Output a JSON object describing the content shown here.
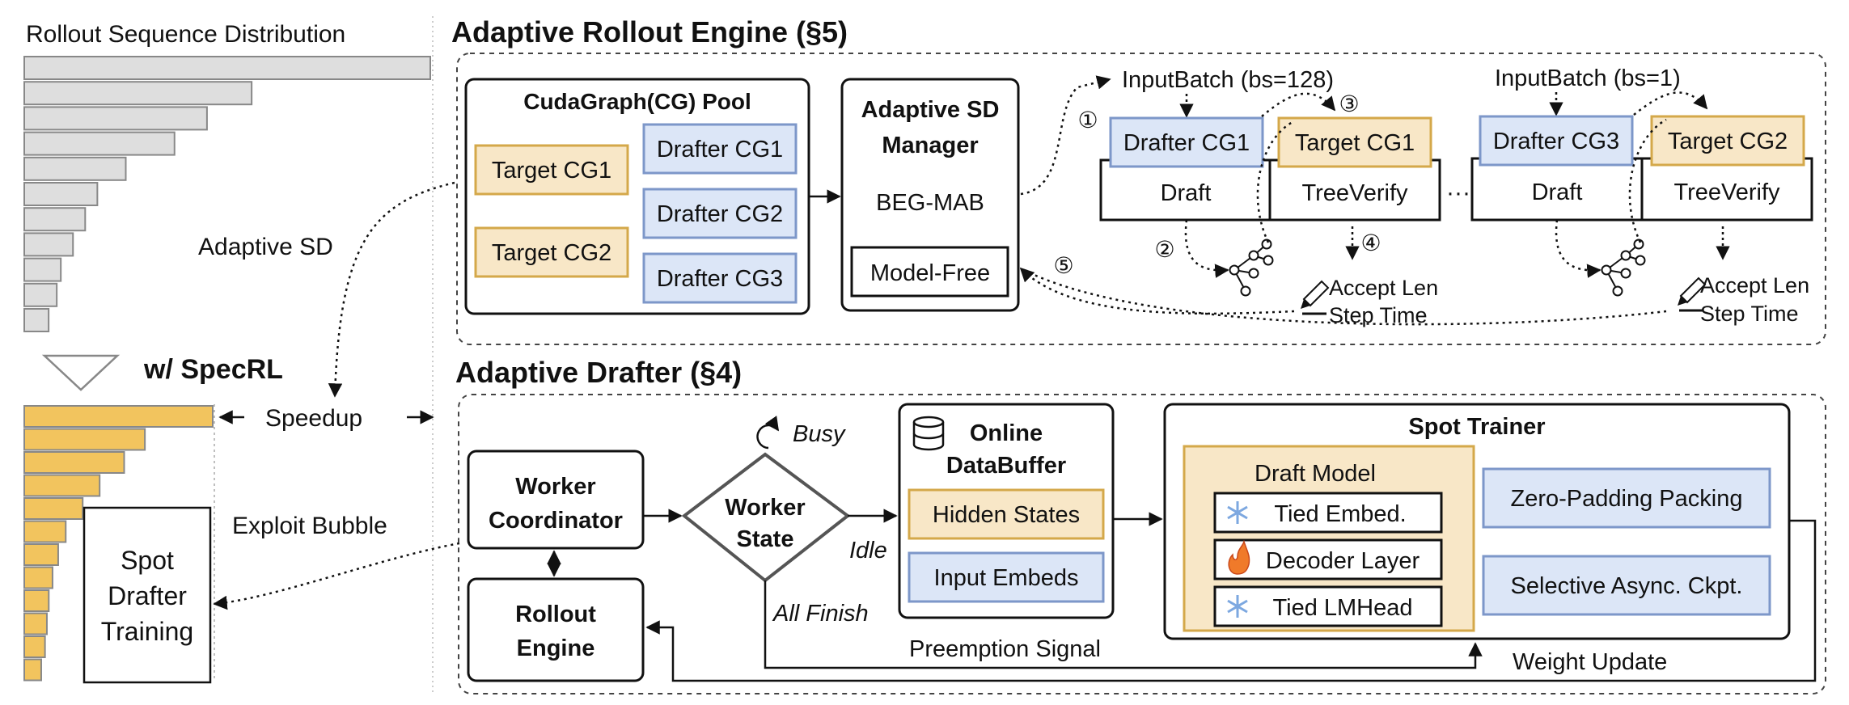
{
  "left_panel": {
    "dist_title": "Rollout Sequence Distribution",
    "specrl_label": "w/ SpecRL",
    "speedup_label": "Speedup",
    "adaptive_sd_label": "Adaptive SD",
    "exploit_bubble_label": "Exploit Bubble",
    "spot_box_lines": [
      "Spot",
      "Drafter",
      "Training"
    ],
    "before_bar_fractions": [
      1.0,
      0.56,
      0.45,
      0.37,
      0.25,
      0.18,
      0.15,
      0.12,
      0.09,
      0.08,
      0.06
    ],
    "after_bar_fractions": [
      1.0,
      0.64,
      0.53,
      0.4,
      0.31,
      0.22,
      0.18,
      0.15,
      0.13,
      0.12,
      0.11,
      0.09
    ]
  },
  "rollout_engine": {
    "title": "Adaptive Rollout Engine (§5)",
    "cg_pool": {
      "title": "CudaGraph(CG) Pool",
      "target1": "Target CG1",
      "target2": "Target CG2",
      "drafter1": "Drafter CG1",
      "drafter2": "Drafter CG2",
      "drafter3": "Drafter CG3"
    },
    "manager": {
      "title_lines": [
        "Adaptive SD",
        "Manager"
      ],
      "beg_mab": "BEG-MAB",
      "model_free": "Model-Free"
    },
    "pipeline1": {
      "input_batch": "InputBatch (bs=128)",
      "drafter_cg": "Drafter CG1",
      "target_cg": "Target CG1",
      "draft": "Draft",
      "tree_verify": "TreeVerify",
      "accept_len": "Accept Len",
      "step_time": "Step Time"
    },
    "pipeline2": {
      "input_batch": "InputBatch  (bs=1)",
      "drafter_cg": "Drafter CG3",
      "target_cg": "Target CG2",
      "draft": "Draft",
      "tree_verify": "TreeVerify",
      "accept_len": "Accept Len",
      "step_time": "Step Time"
    },
    "ellipsis": "···",
    "step_markers": [
      "①",
      "②",
      "③",
      "④",
      "⑤"
    ]
  },
  "drafter": {
    "title": "Adaptive Drafter (§4)",
    "worker_coordinator_lines": [
      "Worker",
      "Coordinator"
    ],
    "rollout_engine_lines": [
      "Rollout",
      "Engine"
    ],
    "worker_state_lines": [
      "Worker",
      "State"
    ],
    "busy": "Busy",
    "idle": "Idle",
    "all_finish": "All Finish",
    "preemption_signal": "Preemption Signal",
    "weight_update": "Weight Update",
    "data_buffer": {
      "title_lines": [
        "Online",
        "DataBuffer"
      ],
      "hidden_states": "Hidden States",
      "input_embeds": "Input Embeds"
    },
    "spot_trainer": {
      "title": "Spot Trainer",
      "draft_model": "Draft Model",
      "tied_embed": "Tied Embed.",
      "decoder_layer": "Decoder Layer",
      "tied_lmhead": "Tied LMHead",
      "zero_padding": "Zero-Padding Packing",
      "selective_ckpt": "Selective Async. Ckpt."
    }
  },
  "colors": {
    "target_fill": "#F8E7C7",
    "target_stroke": "#D4A84A",
    "drafter_fill": "#DCE6F7",
    "drafter_stroke": "#7D97C9",
    "bar_gray": "#DEDEDE",
    "bar_orange": "#F2C45E"
  }
}
